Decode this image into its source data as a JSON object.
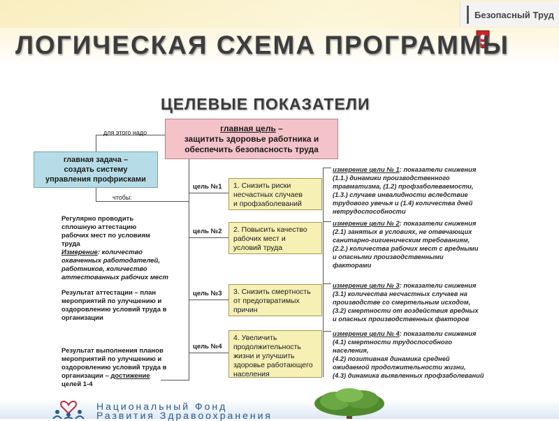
{
  "brand": {
    "label": "Безопасный Труд"
  },
  "title": "ЛОГИЧЕСКАЯ СХЕМА ПРОГРАММЫ",
  "subtitle": "ЦЕЛЕВЫЕ ПОКАЗАТЕЛИ",
  "goal": {
    "line1_bold": "главная цель",
    "line1_rest": " –",
    "line2": "защитить здоровье работника и",
    "line3": "обеспечить безопасность труда"
  },
  "for_this": "для этого надо",
  "task": {
    "line1": "главная задача –",
    "line2": "создать систему",
    "line3": "управления профрисками"
  },
  "so_that": "чтобы:",
  "left_items": [
    {
      "bold": "Регулярно проводить",
      "bold2": "сплошную аттестацию",
      "bold3": "рабочих мест по условиям",
      "bold4": "труда",
      "meas_label": "Измерение",
      "meas_rest": ": количество",
      "meas2": "охваченных работодателей,",
      "meas3": "работников, количество",
      "meas4": "аттестованных рабочих мест"
    },
    {
      "bold": "Результат аттестации",
      "rest": " – план",
      "l2": "мероприятий по улучшению и",
      "l3": "оздоровлению условий труда в",
      "l4": "организации"
    },
    {
      "bold": "Результат выполнения планов",
      "l2": "мероприятий по улучшению и",
      "l3": "оздоровлению условий труда в",
      "l4a": "организации – ",
      "l4b": "достижение",
      "l5": "целей 1-4"
    }
  ],
  "goal_labels": [
    "цель №1",
    "цель №2",
    "цель №3",
    "цель №4"
  ],
  "targets": [
    {
      "l1": "1. Снизить риски",
      "l2": "несчастных случаев",
      "l3": "и профзаболеваний"
    },
    {
      "l1": "2. Повысить качество",
      "l2": "рабочих мест и",
      "l3": "условий труда"
    },
    {
      "l1": "3. Снизить смертность",
      "l2": "от предотвратимых",
      "l3": "причин"
    },
    {
      "l1": "4. Увеличить",
      "l2": "продолжительность",
      "l3": "жизни и улучшить",
      "l4": "здоровье работающего",
      "l5": "населения"
    }
  ],
  "measures": [
    {
      "head": "измерение цели № 1",
      "tail": ": показатели снижения",
      "lines": [
        "(1.1.) динамики  производственного",
        "травматизма, (1.2) профзаболеваемости,",
        "(1.3.) случаев инвалидности вследствие",
        "трудового увечья и (1.4) количества дней",
        "нетрудоспособности"
      ]
    },
    {
      "head": "измерение цели № 2",
      "tail": ": показатели снижения",
      "lines": [
        "(2.1) занятых в условиях, не отвечающих",
        "санитарно-гигиеническим требованиям,",
        "(2.2.) количества рабочих мест с вредными",
        "и опасными производственными",
        "факторами"
      ]
    },
    {
      "head": "измерение цели № 3",
      "tail": ": показатели снижения",
      "lines": [
        "(3.1) количества несчастных случаев на",
        "производстве со смертельным исходом,",
        "(3.2) смертности от воздействия вредных",
        "и опасных производственных факторов"
      ]
    },
    {
      "head": "измерение цели № 4",
      "tail": ": показатели снижения",
      "lines": [
        "(4.1) смертности трудоспособного",
        "населения,",
        "(4.2) позитивная динамика средней",
        "ожидаемой продолжительности жизни,",
        "(4.3) динамика выявленных профзаболеваний"
      ]
    }
  ],
  "footer": {
    "line1": "Национальный   Фонд",
    "line2": "Развития Здравоохранения"
  }
}
